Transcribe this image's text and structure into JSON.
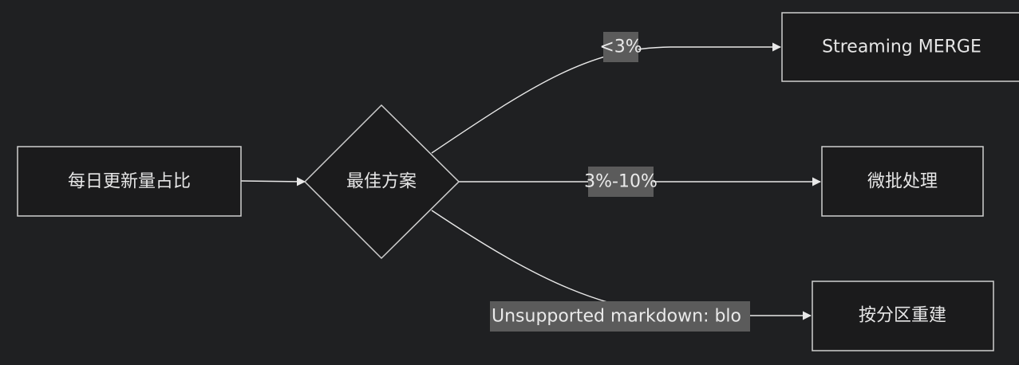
{
  "flowchart": {
    "nodes": {
      "daily_update_ratio": "每日更新量占比",
      "best_solution": "最佳方案",
      "streaming_merge": "Streaming MERGE",
      "micro_batch": "微批处理",
      "partition_rebuild": "按分区重建"
    },
    "edges": {
      "lt3": "<3%",
      "3to10": "3%-10%",
      "unsupported": "Unsupported markdown: blo"
    }
  },
  "colors": {
    "background": "#1f2022",
    "node_fill": "#1b1b1c",
    "node_stroke": "#cfcfcf",
    "edge": "#e8e8e8",
    "edge_label_bg": "#5b5b5b",
    "text": "#e6e6e6"
  }
}
